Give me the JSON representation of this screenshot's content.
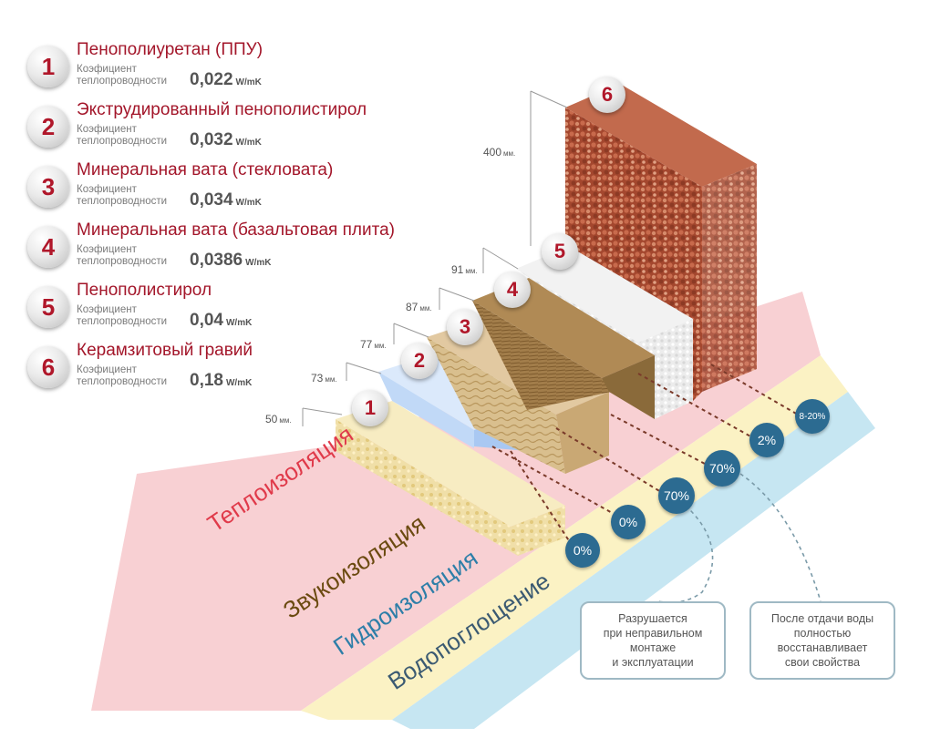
{
  "legend": [
    {
      "num": "1",
      "title": "Пенополиуретан (ППУ)",
      "coef_label": "Коэфициент\nтеплопроводности",
      "value": "0,022",
      "unit": "W/mK"
    },
    {
      "num": "2",
      "title": "Экструдированный пенополистирол",
      "coef_label": "Коэфициент\nтеплопроводности",
      "value": "0,032",
      "unit": "W/mK"
    },
    {
      "num": "3",
      "title": "Минеральная вата (стекловата)",
      "coef_label": "Коэфициент\nтеплопроводности",
      "value": "0,034",
      "unit": "W/mK"
    },
    {
      "num": "4",
      "title": "Минеральная вата (базальтовая плита)",
      "coef_label": "Коэфициент\nтеплопроводности",
      "value": "0,0386",
      "unit": "W/mK"
    },
    {
      "num": "5",
      "title": "Пенополистирол",
      "coef_label": "Коэфициент\nтеплопроводности",
      "value": "0,04",
      "unit": "W/mK"
    },
    {
      "num": "6",
      "title": "Керамзитовый гравий",
      "coef_label": "Коэфициент\nтеплопроводности",
      "value": "0,18",
      "unit": "W/mK"
    }
  ],
  "thickness_labels": [
    {
      "value": "50",
      "unit": "мм."
    },
    {
      "value": "73",
      "unit": "мм."
    },
    {
      "value": "77",
      "unit": "мм."
    },
    {
      "value": "87",
      "unit": "мм."
    },
    {
      "value": "91",
      "unit": "мм."
    },
    {
      "value": "400",
      "unit": "мм."
    }
  ],
  "block_numbers": [
    "1",
    "2",
    "3",
    "4",
    "5",
    "6"
  ],
  "stripes": [
    "Теплоизоляция",
    "Звукоизоляция",
    "Гидроизоляция",
    "Водопоглощение"
  ],
  "absorption": [
    "0%",
    "0%",
    "70%",
    "70%",
    "2%",
    "8-20%"
  ],
  "notes": [
    {
      "text": "Разрушается\nпри неправильном\nмонтаже\nи эксплуатации"
    },
    {
      "text": "После отдачи воды\nполностью\nвосстанавливает\nсвои свойства"
    }
  ],
  "colors": {
    "accent_red": "#a3162a",
    "stripe_heat": "#f8d0d3",
    "stripe_sound": "#fbf2c4",
    "stripe_water": "#bfe3f0",
    "tag_blue": "#2c6b91",
    "text_stripe_red": "#e03a4a",
    "text_stripe_gold": "#6b4a10",
    "text_stripe_blue": "#2d7ea8",
    "text_stripe_dark": "#3b5a72"
  }
}
